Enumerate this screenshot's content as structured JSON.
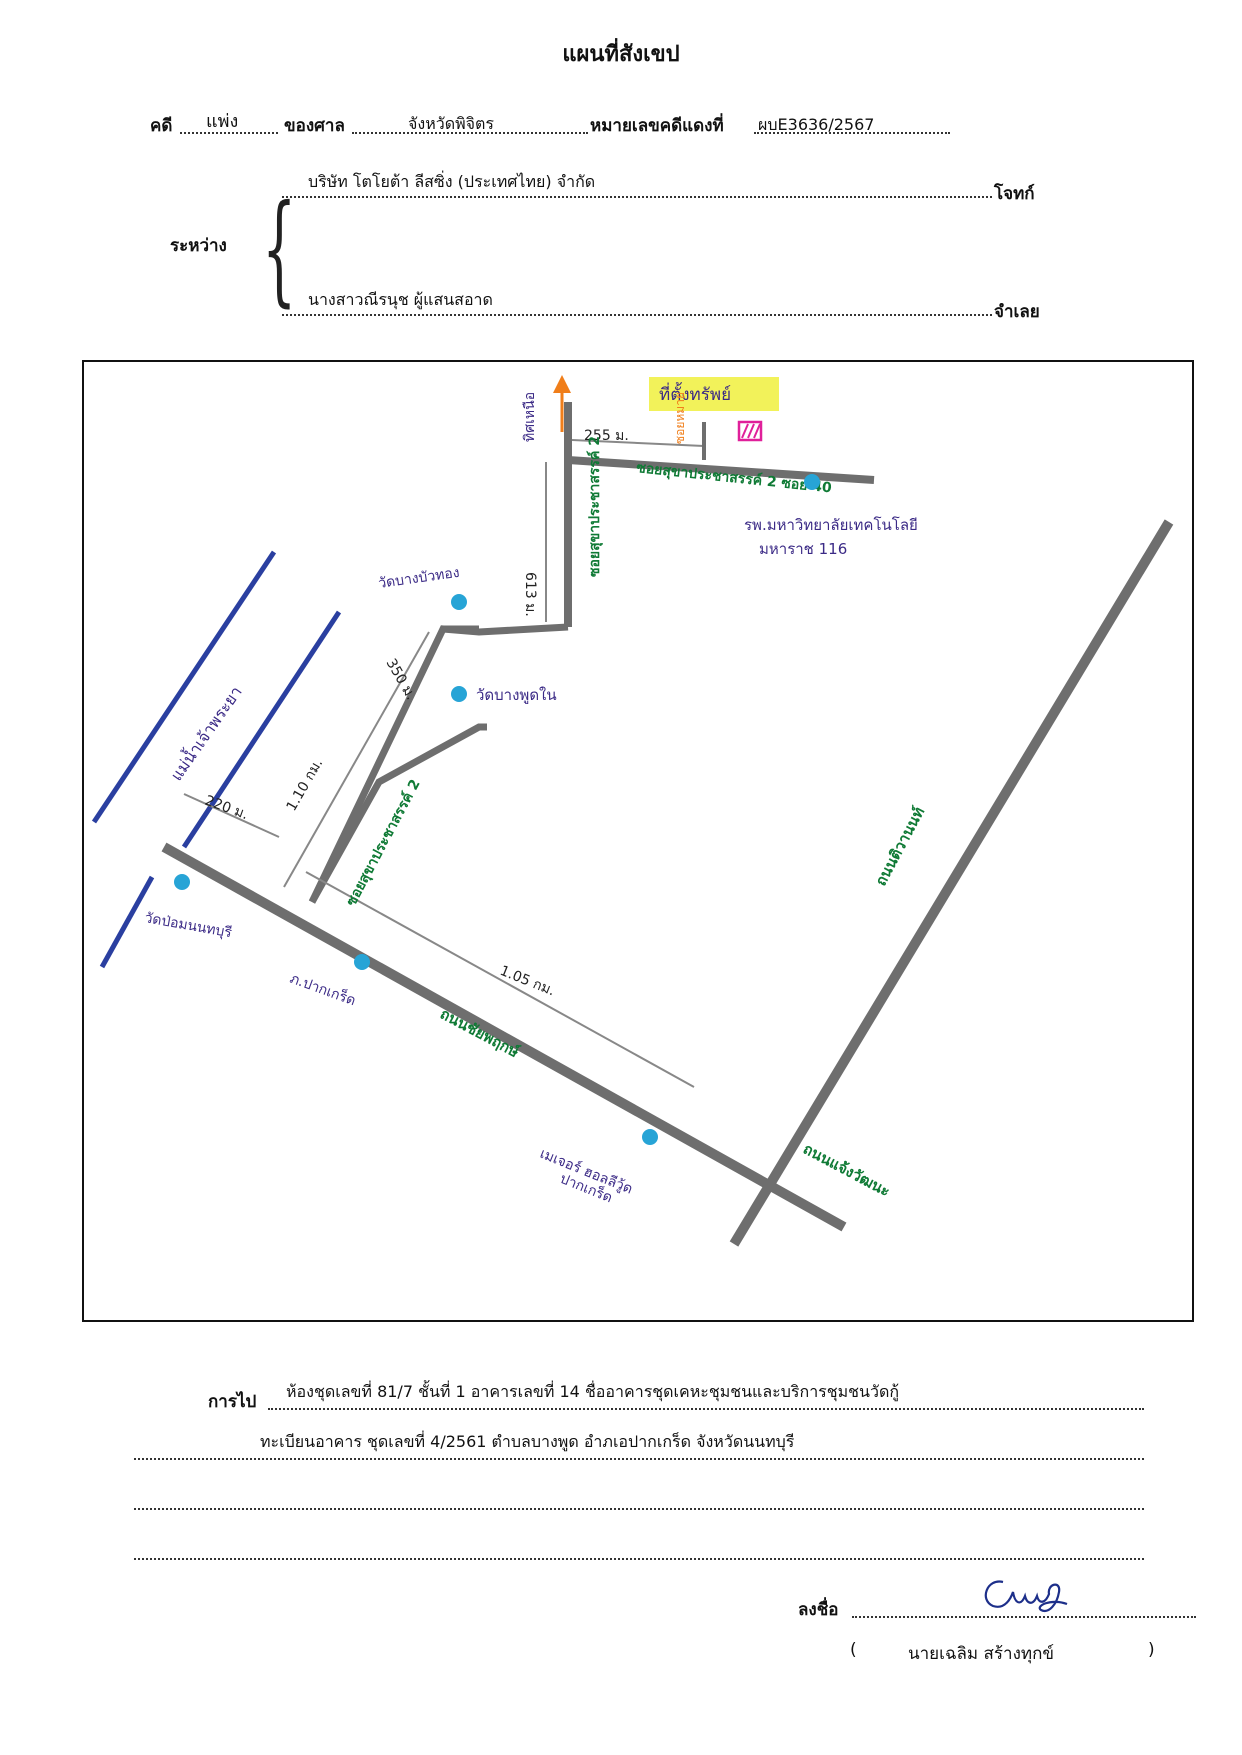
{
  "title": "แผนที่สังเขป",
  "header": {
    "case_label": "คดี",
    "case_type": "แพ่ง",
    "court_label": "ของศาล",
    "court_name": "จังหวัดพิจิตร",
    "case_no_label": "หมายเลขคดีแดงที่",
    "case_no": "ผบE3636/2567"
  },
  "parties": {
    "between_label": "ระหว่าง",
    "plaintiff": "บริษัท โตโยต้า ลีสซิ่ง (ประเทศไทย) จำกัด",
    "plaintiff_role": "โจทก์",
    "defendant": "นางสาวณีรนุช ผู้แสนสอาด",
    "defendant_role": "จำเลย"
  },
  "map": {
    "labels": {
      "river": "แม่น้ำเจ้าพระยา",
      "north": "ทิศเหนือ",
      "target": "ที่ตั้งทรัพย์",
      "soi_side": "ซอยหมาย",
      "soi2": "ซอยสุขาประชาสรรค์ 2",
      "soi2_40": "ซอยสุขาประชาสรรค์ 2 ซอย 40",
      "hospital": "รพ.มหาวิทยาลัยเทคโนโลยี",
      "hospital2": "มหาราช 116",
      "wat_bua": "วัดบางบัวทอง",
      "wat_bangphut": "วัดบางพูดใน",
      "wat_lom": "วัดป่อมนนทบุรี",
      "rd_chaiyaphruek": "ถนนชัยพฤกษ์",
      "rd_tiwanon": "ถนนติวานนท์",
      "rd_chaengwattana": "ถนนแจ้งวัฒนะ",
      "police": "ภ.ปากเกร็ด",
      "mall1": "เมเจอร์ ฮอลลีวู้ด",
      "mall2": "ปากเกร็ด"
    },
    "distances": {
      "d255": "255 ม.",
      "d613": "613 ม.",
      "d350": "350 ม.",
      "d110": "1.10 กม.",
      "d220": "220 ม.",
      "d105": "1.05 กม."
    },
    "colors": {
      "road": "#6e6e6e",
      "river": "#2a3fa0",
      "green_text": "#0f7a35",
      "purple_text": "#3b2a86",
      "poi": "#27a4d6",
      "north": "#f07e1a",
      "highlight": "#f2f25a",
      "target_box": "#e0209a"
    }
  },
  "directions": {
    "label": "การไป",
    "line1": "ห้องชุดเลขที่ 81/7 ชั้นที่ 1 อาคารเลขที่ 14 ชื่ออาคารชุดเคหะชุมชนและบริการชุมชนวัดกู้",
    "line2": "ทะเบียนอาคาร ชุดเลขที่ 4/2561 ตำบลบางพูด อำภเอปากเกร็ด จังหวัดนนทบุรี"
  },
  "signature": {
    "label": "ลงชื่อ",
    "name": "นายเฉลิม  สร้างทุกข์",
    "open_paren": "(",
    "close_paren": ")"
  }
}
